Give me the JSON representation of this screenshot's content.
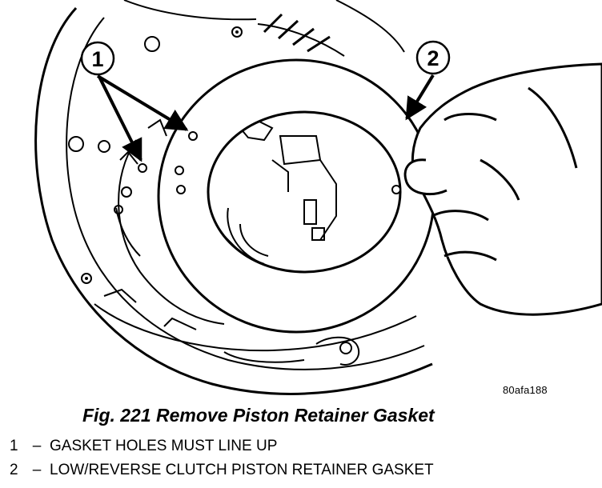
{
  "figure": {
    "caption": "Fig. 221 Remove Piston Retainer Gasket",
    "reference_id": "80afa188"
  },
  "callouts": [
    {
      "number": "1"
    },
    {
      "number": "2"
    }
  ],
  "legend": [
    {
      "number": "1",
      "separator": "–",
      "text": "GASKET HOLES MUST LINE UP"
    },
    {
      "number": "2",
      "separator": "–",
      "text": "LOW/REVERSE CLUTCH PISTON RETAINER GASKET"
    }
  ],
  "colors": {
    "ink": "#000000",
    "paper": "#ffffff"
  }
}
